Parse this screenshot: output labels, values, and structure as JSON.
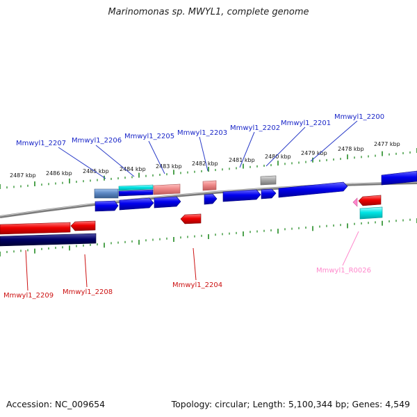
{
  "header": {
    "title": "Marinomonas sp. MWYL1, complete genome"
  },
  "footer": {
    "accession": "Accession: NC_009654",
    "summary": "Topology: circular; Length: 5,100,344 bp; Genes: 4,549"
  },
  "colors": {
    "cds_forward": "#0000ee",
    "cds_reverse": "#ee0000",
    "cds_forward_dark": "#000066",
    "trna_rrna": "#00cccc",
    "rna_label": "#ff88cc",
    "pseudogene_forward": "#5c88c4",
    "pseudogene_reverse": "#ee8888",
    "other_feature": "#aaaaaa",
    "backbone": "#888888",
    "ticks": "#228b22"
  },
  "scale_labels": [
    "2487 kbp",
    "2486 kbp",
    "2485 kbp",
    "2484 kbp",
    "2483 kbp",
    "2482 kbp",
    "2481 kbp",
    "2480 kbp",
    "2479 kbp",
    "2478 kbp",
    "2477 kbp"
  ],
  "top_labels": [
    "Mmwyl1_2207",
    "Mmwyl1_2206",
    "Mmwyl1_2205",
    "Mmwyl1_2203",
    "Mmwyl1_2202",
    "Mmwyl1_2201",
    "Mmwyl1_2200"
  ],
  "bottom_labels": [
    {
      "text": "Mmwyl1_2209",
      "type": "cds_reverse"
    },
    {
      "text": "Mmwyl1_2208",
      "type": "cds_reverse"
    },
    {
      "text": "Mmwyl1_2204",
      "type": "cds_reverse"
    },
    {
      "text": "Mmwyl1_R0026",
      "type": "rna"
    }
  ]
}
